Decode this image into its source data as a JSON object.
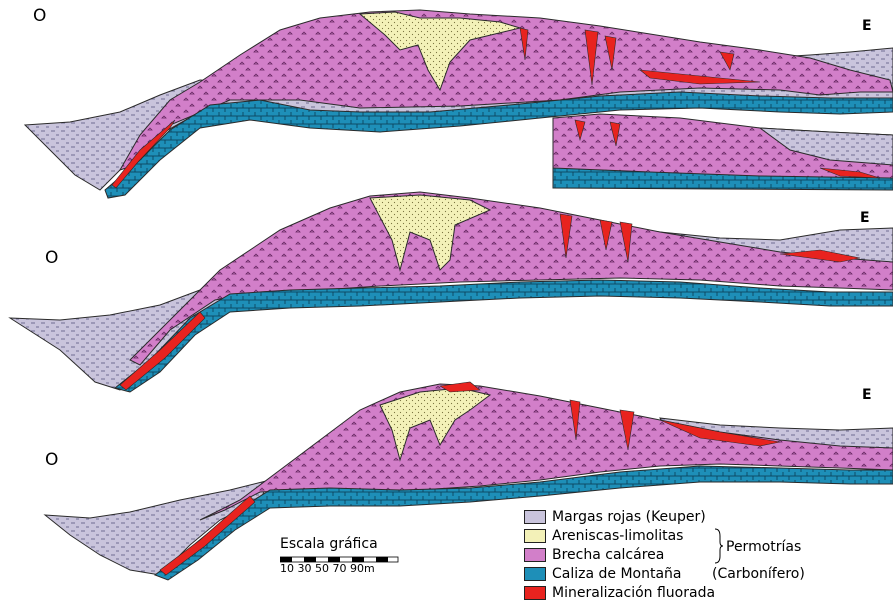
{
  "labels": {
    "west": "O",
    "east": "E"
  },
  "scale": {
    "title": "Escala gráfica",
    "ticks": "10 30 50 70 90m"
  },
  "legend": {
    "items": [
      {
        "label": "Margas rojas (Keuper)",
        "color": "#c9c4dc"
      },
      {
        "label": "Areniscas-limolitas",
        "color": "#f3f1b8"
      },
      {
        "label": "Brecha calcárea",
        "color": "#d27fc9"
      },
      {
        "label": "Caliza de Montaña",
        "color": "#1e8fb8"
      },
      {
        "label": "Mineralización fluorada",
        "color": "#e8231f"
      }
    ],
    "group_label": "Permotrías",
    "caliza_note": "(Carbonífero)"
  },
  "colors": {
    "margas": "#c9c4dc",
    "areniscas": "#f3f1b8",
    "brecha": "#d27fc9",
    "caliza": "#1e8fb8",
    "fluorita": "#e8231f",
    "outline": "#2a2a2a"
  }
}
